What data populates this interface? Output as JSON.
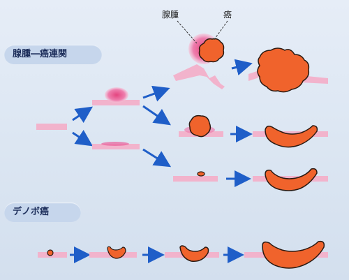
{
  "sections": {
    "adenoma_carcinoma": "腺腫―癌連関",
    "de_novo": "デノボ癌"
  },
  "callouts": {
    "adenoma": "腺腫",
    "cancer": "癌"
  },
  "colors": {
    "mucosa": "#f2b3cc",
    "adenoma": "#e9679f",
    "cancer": "#f0632c",
    "cancer_outline": "#2a1a12",
    "arrow": "#1f5ec8",
    "pill": "#c6d6ec",
    "background": "#dde7f3"
  }
}
